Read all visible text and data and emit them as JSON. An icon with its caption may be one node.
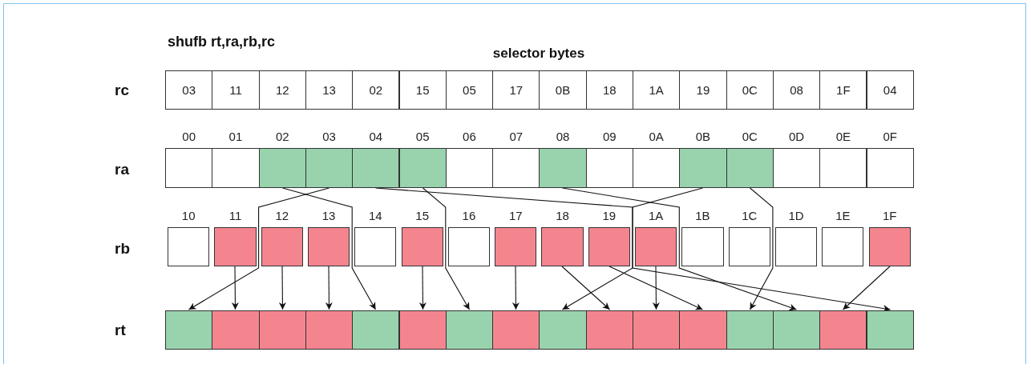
{
  "diagram": {
    "title": "shufb rt,ra,rb,rc",
    "nodes": [
      {
        "text": [
          "03"
        ]
      },
      {
        "text": [
          "11"
        ]
      },
      {
        "text": [
          "12"
        ]
      },
      {
        "text": [
          "13"
        ]
      },
      {
        "text": [
          "02"
        ]
      },
      {
        "text": [
          "15"
        ]
      },
      {
        "text": [
          "05"
        ]
      },
      {
        "text": [
          "17"
        ]
      },
      {
        "text": [
          "0B"
        ]
      },
      {
        "text": [
          "18"
        ]
      },
      {
        "text": [
          "1A"
        ]
      },
      {
        "text": [
          "19"
        ]
      },
      {
        "text": [
          "0C"
        ]
      },
      {
        "text": [
          "08"
        ]
      },
      {
        "text": [
          "1F"
        ]
      },
      {
        "text": [
          "04"
        ]
      },
      {
        "text": [
          "00"
        ]
      },
      {
        "text": [
          "01"
        ]
      },
      {
        "text": [
          "02"
        ]
      },
      {
        "text": [
          "03"
        ]
      },
      {
        "text": [
          "04"
        ]
      },
      {
        "text": [
          "05"
        ]
      },
      {
        "text": [
          "06"
        ]
      },
      {
        "text": [
          "07"
        ]
      },
      {
        "text": [
          "08"
        ]
      },
      {
        "text": [
          "09"
        ]
      },
      {
        "text": [
          "0A"
        ]
      },
      {
        "text": [
          "0B"
        ]
      },
      {
        "text": [
          "0C"
        ]
      },
      {
        "text": [
          "0D"
        ]
      },
      {
        "text": [
          "0E"
        ]
      },
      {
        "text": [
          "0F"
        ]
      },
      {
        "text": [
          "10"
        ]
      },
      {
        "text": [
          "11"
        ]
      },
      {
        "text": [
          "12"
        ]
      },
      {
        "text": [
          "13"
        ]
      },
      {
        "text": [
          "14"
        ]
      },
      {
        "text": [
          "15"
        ]
      },
      {
        "text": [
          "16"
        ]
      },
      {
        "text": [
          "17"
        ]
      },
      {
        "text": [
          "18"
        ]
      },
      {
        "text": [
          "19"
        ]
      },
      {
        "text": [
          "1A"
        ]
      },
      {
        "text": [
          "1B"
        ]
      },
      {
        "text": [
          "1C"
        ]
      },
      {
        "text": [
          "1D"
        ]
      },
      {
        "text": [
          "1E"
        ]
      },
      {
        "text": [
          "1F"
        ]
      },
      {
        "text": [],
        "shape": "box"
      },
      {
        "text": [],
        "shape": "box"
      },
      {
        "text": [],
        "shape": "box"
      },
      {
        "text": [],
        "shape": "box"
      },
      {
        "text": [],
        "shape": "box"
      },
      {
        "text": [],
        "shape": "box"
      },
      {
        "text": [],
        "shape": "box"
      },
      {
        "text": [],
        "shape": "box"
      },
      {
        "text": [],
        "shape": "box"
      },
      {
        "text": [],
        "shape": "box"
      },
      {
        "text": [],
        "shape": "box"
      },
      {
        "text": [],
        "shape": "box"
      },
      {
        "text": [],
        "shape": "box"
      },
      {
        "text": [],
        "shape": "box"
      },
      {
        "text": [],
        "shape": "box"
      },
      {
        "text": [],
        "shape": "box"
      }
    ],
    "edges": [
      {
        "from": 19,
        "to": 48,
        "arrow": "to"
      },
      {
        "from": 33,
        "to": 49,
        "arrow": "to"
      },
      {
        "from": 34,
        "to": 50,
        "arrow": "to"
      },
      {
        "from": 35,
        "to": 51,
        "arrow": "to"
      },
      {
        "from": 18,
        "to": 52,
        "arrow": "to"
      },
      {
        "from": 37,
        "to": 53,
        "arrow": "to"
      },
      {
        "from": 21,
        "to": 54,
        "arrow": "to"
      },
      {
        "from": 39,
        "to": 55,
        "arrow": "to"
      },
      {
        "from": 27,
        "to": 56,
        "arrow": "to"
      },
      {
        "from": 40,
        "to": 57,
        "arrow": "to"
      },
      {
        "from": 42,
        "to": 58,
        "arrow": "to"
      },
      {
        "from": 41,
        "to": 59,
        "arrow": "to"
      },
      {
        "from": 28,
        "to": 60,
        "arrow": "to"
      },
      {
        "from": 24,
        "to": 61,
        "arrow": "to"
      },
      {
        "from": 47,
        "to": 62,
        "arrow": "to"
      },
      {
        "from": 20,
        "to": 63,
        "arrow": "to"
      }
    ],
    "labels": [
      "selector bytes",
      "rc",
      "ra",
      "rb",
      "rt"
    ]
  }
}
